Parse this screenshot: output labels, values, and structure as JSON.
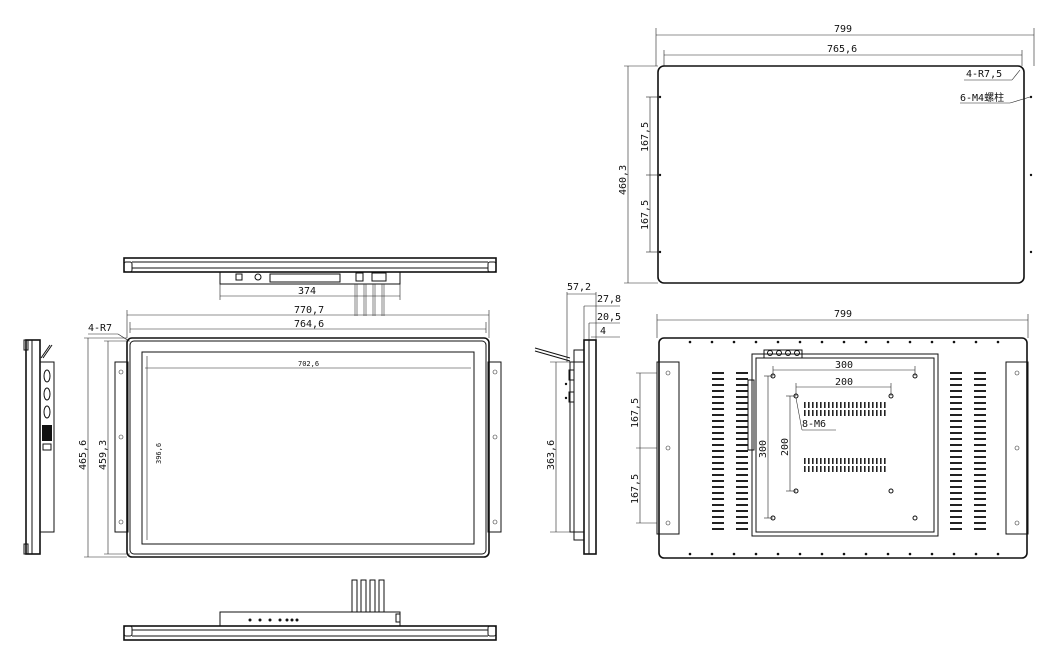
{
  "front_view": {
    "corner_radius": "4-R7",
    "outer_width": "770,7",
    "inner_width": "764,6",
    "active_width": "702,6",
    "active_height": "396,6",
    "outer_height": "465,6",
    "inner_height": "459,3"
  },
  "top_view": {
    "bracket_width": "374"
  },
  "side_view": {
    "total_depth": "57,2",
    "bezel_depth": "27,8",
    "frame_depth": "20,5",
    "glass_depth": "4",
    "bracket_height": "363,6"
  },
  "back_plate": {
    "width": "799",
    "inner_width": "765,6",
    "height": "460,3",
    "hole_spacing_1": "167,5",
    "hole_spacing_2": "167,5",
    "corner_radius": "4-R7,5",
    "studs": "6-M4螺柱"
  },
  "rear_view": {
    "width": "799",
    "hole_spacing_1": "167,5",
    "hole_spacing_2": "167,5",
    "vesa_outer_w": "300",
    "vesa_inner_w": "200",
    "vesa_outer_h": "300",
    "vesa_inner_h": "200",
    "vesa_holes": "8-M6"
  }
}
